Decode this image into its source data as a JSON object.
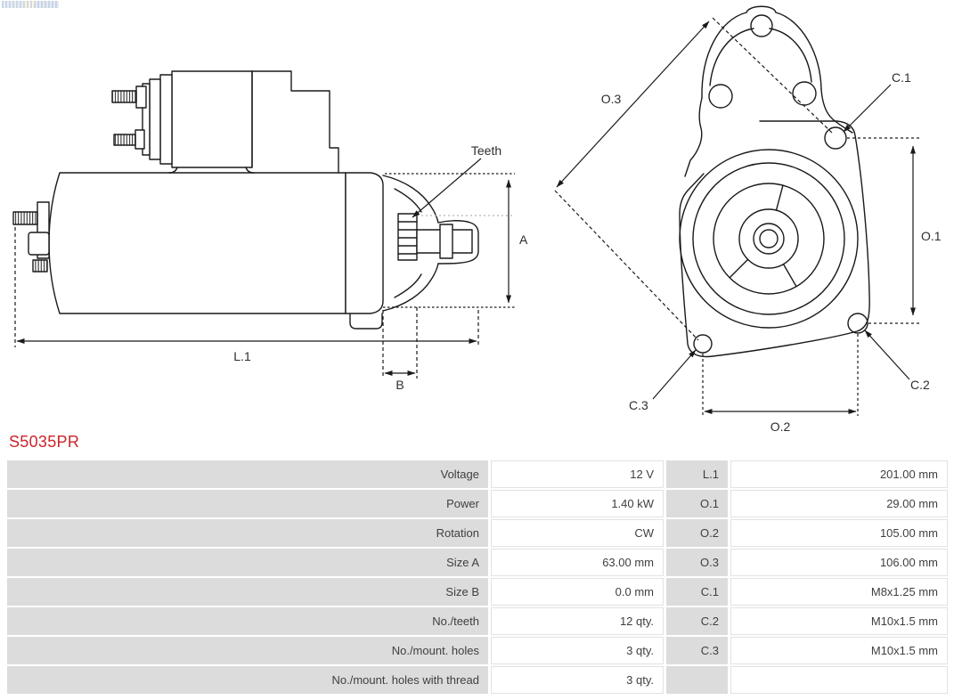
{
  "part_number": "S5035PR",
  "colors": {
    "accent": "#c9252b",
    "table_label_bg": "#dcdcdc",
    "line_color": "#1a1a1a"
  },
  "side_view": {
    "labels": {
      "teeth": "Teeth",
      "a": "A",
      "l1": "L.1",
      "b": "B"
    }
  },
  "front_view": {
    "labels": {
      "o3": "O.3",
      "o1": "O.1",
      "o2": "O.2",
      "c1": "C.1",
      "c2": "C.2",
      "c3": "C.3"
    }
  },
  "table": {
    "rows": [
      {
        "label": "Voltage",
        "value": "12 V",
        "label2": "L.1",
        "value2": "201.00 mm"
      },
      {
        "label": "Power",
        "value": "1.40 kW",
        "label2": "O.1",
        "value2": "29.00 mm"
      },
      {
        "label": "Rotation",
        "value": "CW",
        "label2": "O.2",
        "value2": "105.00 mm"
      },
      {
        "label": "Size A",
        "value": "63.00 mm",
        "label2": "O.3",
        "value2": "106.00 mm"
      },
      {
        "label": "Size B",
        "value": "0.0 mm",
        "label2": "C.1",
        "value2": "M8x1.25 mm"
      },
      {
        "label": "No./teeth",
        "value": "12 qty.",
        "label2": "C.2",
        "value2": "M10x1.5 mm"
      },
      {
        "label": "No./mount. holes",
        "value": "3 qty.",
        "label2": "C.3",
        "value2": "M10x1.5 mm"
      },
      {
        "label": "No./mount. holes with thread",
        "value": "3 qty.",
        "label2": "",
        "value2": ""
      }
    ]
  }
}
